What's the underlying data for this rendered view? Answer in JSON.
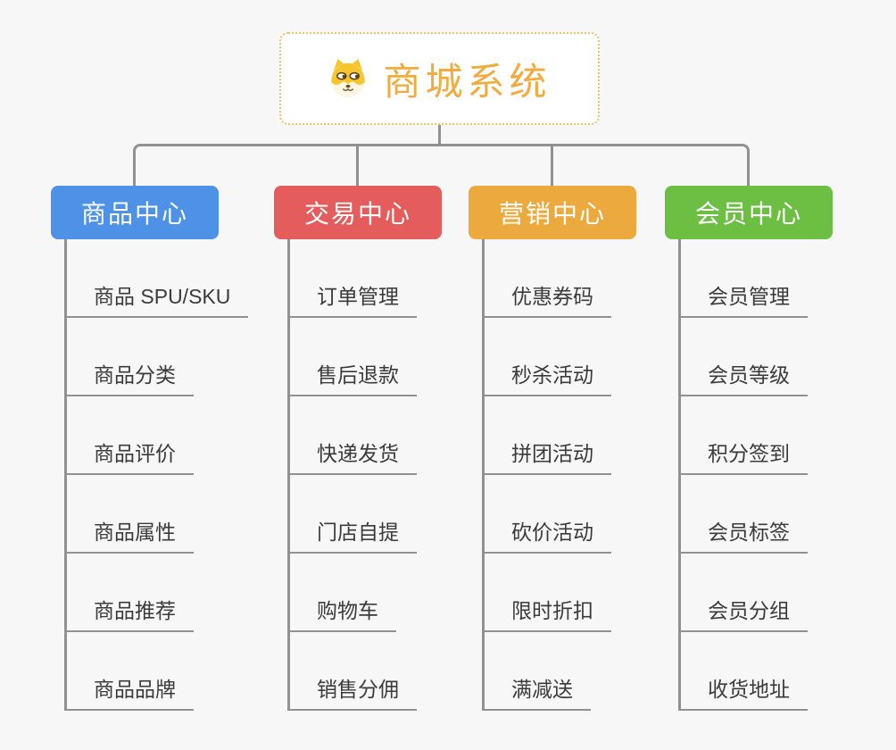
{
  "canvas": {
    "background": "#f7f7f7",
    "connector_color": "#919191"
  },
  "root": {
    "title": "商城系统",
    "icon": "dog-face-icon",
    "title_color": "#f2ab3c",
    "border_color": "#f3c169",
    "background": "#ffffff"
  },
  "branches": [
    {
      "label": "商品中心",
      "color": "#4d92e6",
      "children": [
        "商品 SPU/SKU",
        "商品分类",
        "商品评价",
        "商品属性",
        "商品推荐",
        "商品品牌"
      ]
    },
    {
      "label": "交易中心",
      "color": "#e45c5c",
      "children": [
        "订单管理",
        "售后退款",
        "快递发货",
        "门店自提",
        "购物车",
        "销售分佣"
      ]
    },
    {
      "label": "营销中心",
      "color": "#ecaa3e",
      "children": [
        "优惠券码",
        "秒杀活动",
        "拼团活动",
        "砍价活动",
        "限时折扣",
        "满减送"
      ]
    },
    {
      "label": "会员中心",
      "color": "#6cbf42",
      "children": [
        "会员管理",
        "会员等级",
        "积分签到",
        "会员标签",
        "会员分组",
        "收货地址"
      ]
    }
  ]
}
